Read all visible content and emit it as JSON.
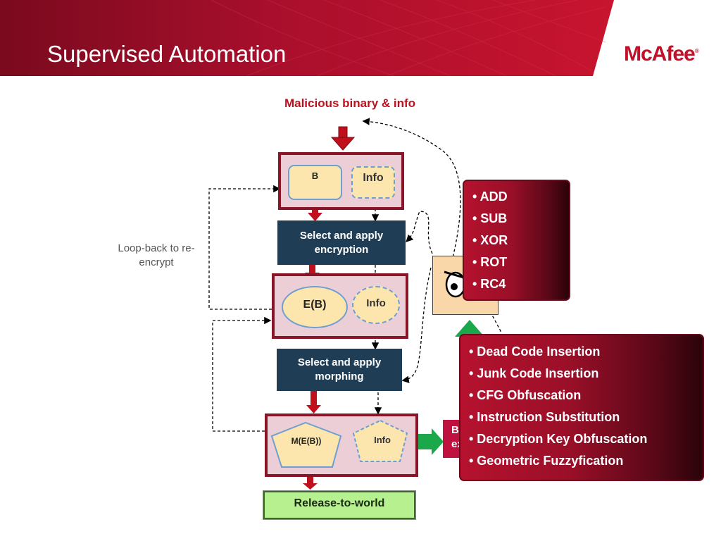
{
  "header": {
    "title": "Supervised Automation",
    "logo": "McAfee",
    "logo_mark": "®",
    "colors": {
      "banner": "#b01030",
      "banner_dark": "#7a0a1e"
    }
  },
  "diagram": {
    "input_label": "Malicious binary & info",
    "binary_label": "B",
    "info_label": "Info",
    "encryption_step": "Select and apply encryption",
    "encrypted_label": "E(B)",
    "info_label_2": "Info",
    "morphing_step": "Select and apply morphing",
    "morphed_label": "M(E(B))",
    "info_label_3": "Info",
    "release_label": "Release-to-world",
    "loop_back_label": "Loop-back to re-encrypt",
    "hidden_box_text": "B\nex",
    "encryption_methods": [
      "• ADD",
      "• SUB",
      "• XOR",
      "• ROT",
      "• RC4"
    ],
    "morphing_methods": [
      "• Dead Code Insertion",
      "• Junk Code Insertion",
      "• CFG Obfuscation",
      "• Instruction Substitution",
      "• Decryption Key Obfuscation",
      "• Geometric Fuzzyfication"
    ],
    "icons": {
      "supervisor": "cartoon-face-icon",
      "down_arrow": "red-down-arrow-icon",
      "green_arrow": "green-right-arrow-icon"
    },
    "colors": {
      "frame": "#8a1529",
      "frame_fill": "#eccfd6",
      "step_box": "#1f3d55",
      "node_fill": "#fde6ad",
      "node_border": "#6f9fd0",
      "release_fill": "#b7f08f",
      "arrow_red": "#c0101e",
      "arrow_green": "#1aa84a"
    }
  }
}
